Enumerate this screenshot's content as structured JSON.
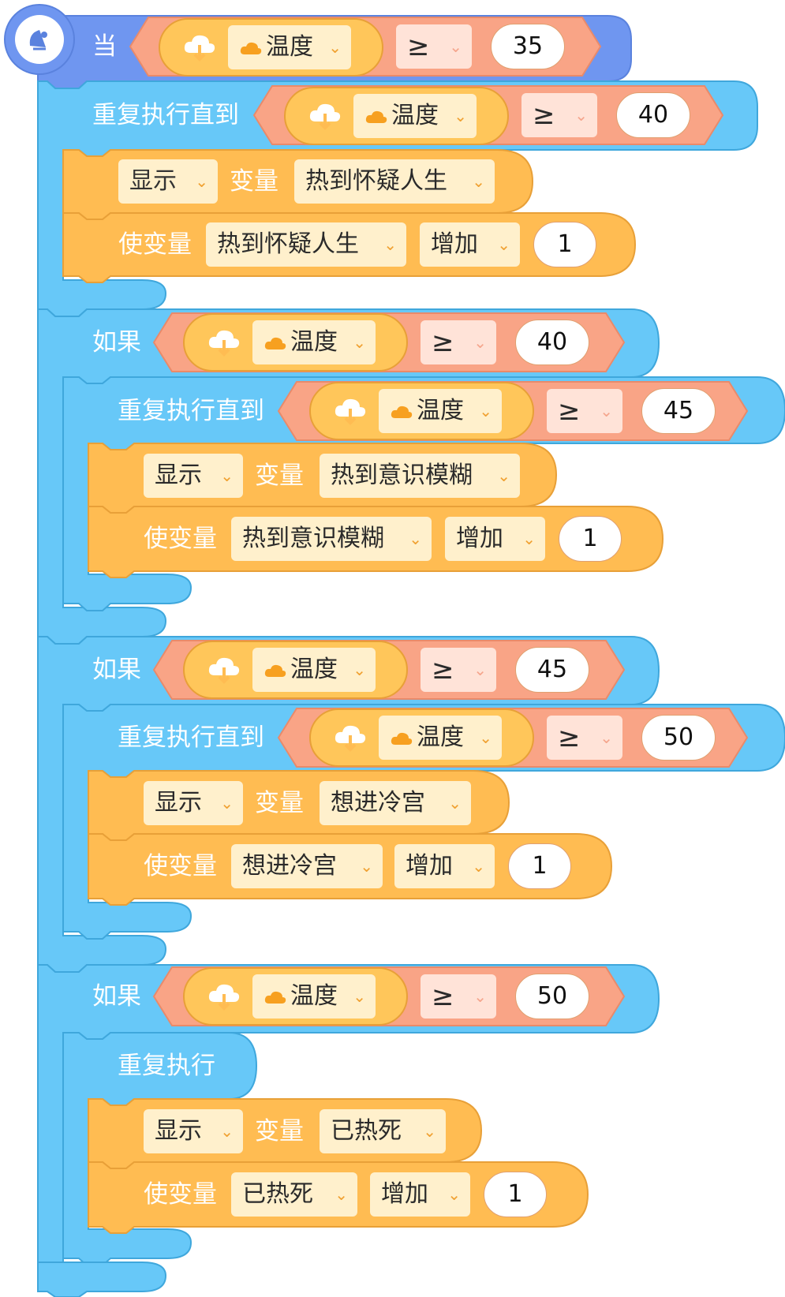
{
  "hat": {
    "keyword": "当",
    "sensor": "温度",
    "operator": "≥",
    "value": "35",
    "icon": "satellite-icon"
  },
  "loop1": {
    "label": "重复执行直到",
    "sensor": "温度",
    "operator": "≥",
    "value": "40",
    "show": {
      "label": "显示",
      "var_word": "变量",
      "var": "热到怀疑人生"
    },
    "change": {
      "label": "使变量",
      "var": "热到怀疑人生",
      "op": "增加",
      "amount": "1"
    }
  },
  "if1": {
    "label": "如果",
    "sensor": "温度",
    "operator": "≥",
    "value": "40",
    "loop": {
      "label": "重复执行直到",
      "sensor": "温度",
      "operator": "≥",
      "value": "45",
      "show": {
        "label": "显示",
        "var_word": "变量",
        "var": "热到意识模糊"
      },
      "change": {
        "label": "使变量",
        "var": "热到意识模糊",
        "op": "增加",
        "amount": "1"
      }
    }
  },
  "if2": {
    "label": "如果",
    "sensor": "温度",
    "operator": "≥",
    "value": "45",
    "loop": {
      "label": "重复执行直到",
      "sensor": "温度",
      "operator": "≥",
      "value": "50",
      "show": {
        "label": "显示",
        "var_word": "变量",
        "var": "想进冷宫"
      },
      "change": {
        "label": "使变量",
        "var": "想进冷宫",
        "op": "增加",
        "amount": "1"
      }
    }
  },
  "if3": {
    "label": "如果",
    "sensor": "温度",
    "operator": "≥",
    "value": "50",
    "loop": {
      "label": "重复执行",
      "show": {
        "label": "显示",
        "var_word": "变量",
        "var": "已热死"
      },
      "change": {
        "label": "使变量",
        "var": "已热死",
        "op": "增加",
        "amount": "1"
      }
    }
  },
  "colors": {
    "control_blue": "#67c8f8",
    "control_dark": "#3fa7dc",
    "event_blue": "#6f96f0",
    "variable_orange": "#ffbc52",
    "operator_salmon": "#f9a486",
    "sensor_yellow": "#ffc65a"
  },
  "icons": [
    "satellite-icon",
    "cloud-download-icon",
    "cloud-icon",
    "chevron-down-icon"
  ]
}
